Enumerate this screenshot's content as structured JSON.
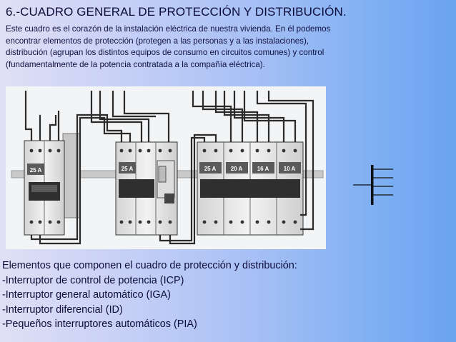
{
  "slide": {
    "title": "6.-CUADRO GENERAL DE PROTECCIÓN Y DISTRIBUCIÓN.",
    "intro_lines": [
      "Este cuadro es el corazón de la instalación eléctrica de nuestra vivienda. En él podemos",
      "encontrar elementos de protección (protegen a las personas y a las instalaciones),",
      "distribución (agrupan los distintos equipos de consumo en circuitos comunes) y control",
      "(fundamentalmente de la potencia contratada a la compañía eléctrica)."
    ],
    "breaker_labels": {
      "icp": "25 A",
      "iga": "25 A",
      "pia1": "25 A",
      "pia2": "20 A",
      "pia3": "16 A",
      "pia4": "10 A"
    },
    "elements_heading": "Elementos que componen el cuadro de protección y distribución:",
    "elements": [
      "-Interruptor de control de potencia (ICP)",
      "-Interruptor general automático (IGA)",
      "-Interruptor diferencial (ID)",
      "-Pequeños interruptores automáticos (PIA)"
    ]
  },
  "colors": {
    "wire": "#2b2b2b",
    "breaker_body": "#e6e6e6",
    "label_bg": "#5a5a5a"
  }
}
